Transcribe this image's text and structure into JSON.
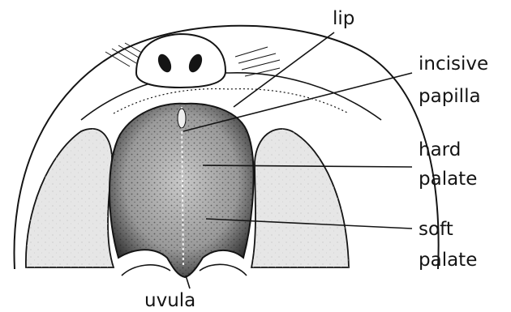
{
  "diagram": {
    "labels": {
      "lip": "lip",
      "incisive_papilla_line1": "incisive",
      "incisive_papilla_line2": "papilla",
      "hard_palate_line1": "hard",
      "hard_palate_line2": "palate",
      "soft_palate_line1": "soft",
      "soft_palate_line2": "palate",
      "uvula": "uvula"
    },
    "colors": {
      "ink": "#141414",
      "cheek_fill": "#e6e6e6",
      "palate_fill": "#b9b9b9",
      "palate_edge": "#2a2a2a",
      "background": "#ffffff"
    }
  }
}
